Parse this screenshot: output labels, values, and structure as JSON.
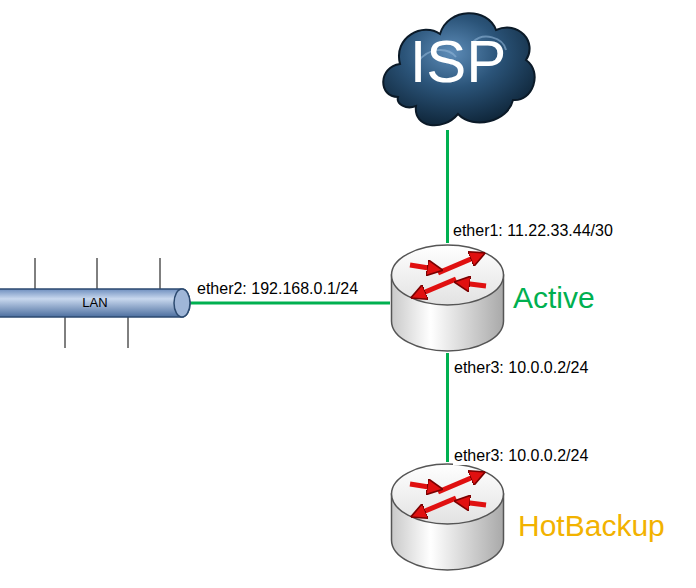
{
  "diagram": {
    "nodes": [
      {
        "text": [
          "ISP"
        ]
      },
      {
        "text": [
          "LAN"
        ]
      },
      {
        "text": [
          "Active"
        ]
      },
      {
        "text": [
          "HotBackup"
        ]
      }
    ],
    "edges": [
      {
        "from": 0,
        "to": 2,
        "arrow": "none",
        "label": "ether1: 11.22.33.44/30"
      },
      {
        "from": 1,
        "to": 2,
        "arrow": "none",
        "label": "ether2: 192.168.0.1/24"
      },
      {
        "from": 2,
        "to": 3,
        "arrow": "none",
        "label": "ether3: 10.0.0.2/24"
      }
    ],
    "labels": [
      "ether3: 10.0.0.2/24"
    ]
  }
}
